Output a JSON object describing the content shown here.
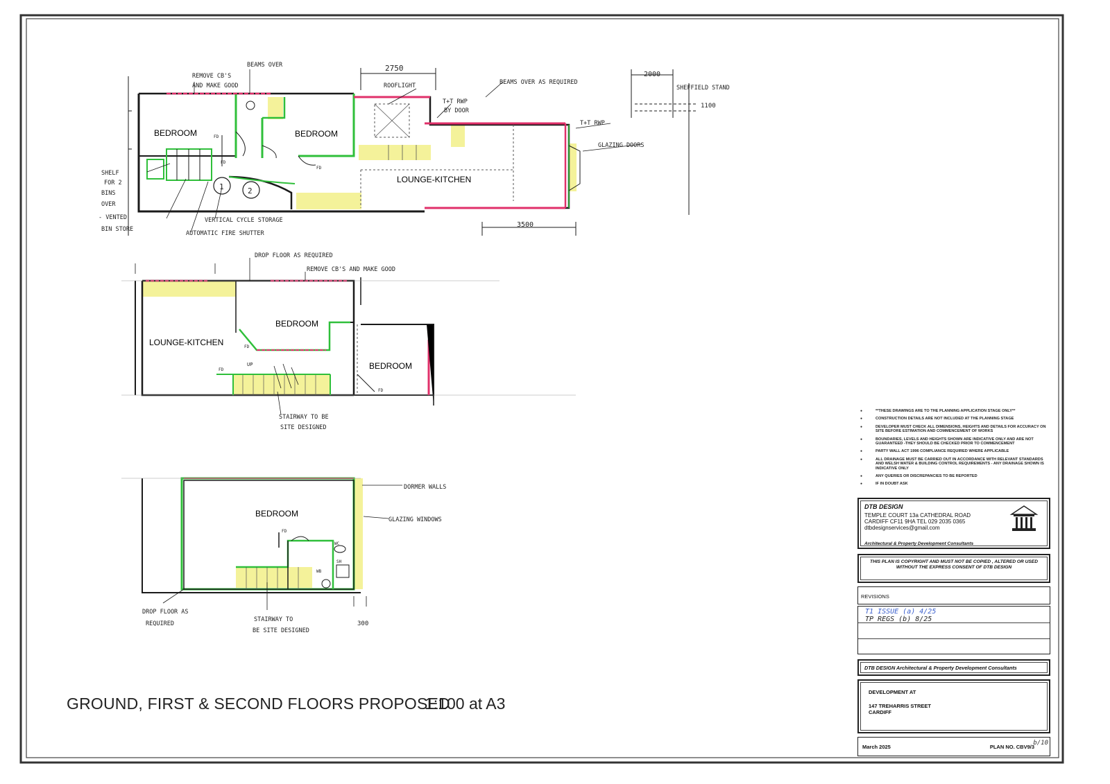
{
  "drawing": {
    "title": "GROUND, FIRST & SECOND FLOORS PROPOSED",
    "scale": "1:100 at A3"
  },
  "ground_floor": {
    "rooms": [
      "BEDROOM",
      "BEDROOM",
      "LOUNGE-KITCHEN"
    ],
    "annotations": {
      "beams_over": "BEAMS OVER",
      "remove_cbs": "REMOVE CB'S",
      "and_make_good": "AND MAKE GOOD",
      "rooflight": "ROOFLIGHT",
      "dim_2750": "2750",
      "beams_over_required": "BEAMS OVER AS REQUIRED",
      "dim_2000": "2000",
      "sheffield_stand": "SHEFFIELD STAND",
      "dim_1100": "1100",
      "tt_rwp_1": "T+T RWP",
      "tt_rwp_1b": "BY DOOR",
      "tt_rwp_2": "T+T RWP",
      "glazing_doors": "GLAZING DOORS",
      "shelf_1": "SHELF",
      "shelf_2": "FOR 2",
      "shelf_3": "BINS",
      "shelf_4": "OVER",
      "vented": "- VENTED",
      "bin_store": "BIN STORE",
      "vertical_cycle": "VERTICAL CYCLE STORAGE",
      "fire_shutter": "AUTOMATIC FIRE SHUTTER",
      "dim_3500": "3500",
      "fd": "FD",
      "cycle_1": "1",
      "cycle_2": "2"
    }
  },
  "first_floor": {
    "rooms": [
      "LOUNGE-KITCHEN",
      "BEDROOM",
      "BEDROOM"
    ],
    "annotations": {
      "drop_floor": "DROP FLOOR AS REQUIRED",
      "remove_cbs": "REMOVE CB'S AND MAKE GOOD",
      "stairway_1": "STAIRWAY TO BE",
      "stairway_2": "SITE DESIGNED",
      "up": "UP"
    }
  },
  "second_floor": {
    "rooms": [
      "BEDROOM"
    ],
    "annotations": {
      "dormer_walls": "DORMER WALLS",
      "glazing_windows": "GLAZING WINDOWS",
      "drop_floor_1": "DROP FLOOR AS",
      "drop_floor_2": "REQUIRED",
      "stairway_1": "STAIRWAY TO",
      "stairway_2": "BE SITE DESIGNED",
      "dim_300": "300",
      "wc": "WC",
      "whb": "WB",
      "sh": "SH"
    }
  },
  "notes": [
    "**THESE DRAWINGS ARE TO THE PLANNING APPLICATION STAGE ONLY**",
    "CONSTRUCTION DETAILS ARE NOT INCLUDED AT THE PLANNING STAGE",
    "DEVELOPER MUST CHECK ALL DIMENSIONS, HEIGHTS AND DETAILS FOR ACCURACY ON SITE BEFORE ESTIMATION AND COMMENCEMENT OF WORKS",
    "BOUNDARIES, LEVELS AND HEIGHTS SHOWN ARE INDICATIVE ONLY AND ARE NOT GUARANTEED -THEY SHOULD BE CHECKED PRIOR TO COMMENCEMENT",
    "PARTY WALL ACT 1996 COMPLIANCE REQUIRED WHERE APPLICABLE",
    "ALL DRAINAGE MUST BE CARRIED OUT IN ACCORDANCE WITH RELEVANT STANDARDS AND WELSH WATER & BUILDING CONTROL REQUIREMENTS - ANY DRAINAGE SHOWN IS INDICATIVE ONLY",
    "ANY QUERIES OR DISCREPANCIES TO BE REPORTED",
    "IF IN DOUBT ASK"
  ],
  "title_block": {
    "company": "DTB DESIGN",
    "address_1": "TEMPLE COURT  13a CATHEDRAL ROAD",
    "address_2": "CARDIFF CF11 9HA   TEL 029 2035 0365",
    "email": "dtbdesignservices@gmail.com",
    "tagline": "Architectural & Property Development Consultants",
    "copyright": "THIS PLAN IS COPYRIGHT AND MUST NOT BE COPIED , ALTERED OR USED WITHOUT THE EXPRESS CONSENT OF DTB DESIGN",
    "revisions_label": "REVISIONS",
    "revision_1": "T1 ISSUE (a) 4/25",
    "revision_2": "TP REGS (b) 8/25",
    "banner": "DTB DESIGN Architectural & Property Development Consultants",
    "development_label": "DEVELOPMENT AT",
    "address_line_1": "147 TREHARRIS STREET",
    "address_line_2": "CARDIFF",
    "date": "March 2025",
    "plan_no": "PLAN NO. CBV9/3",
    "plan_suffix": "b/10"
  },
  "colors": {
    "wall_existing": "#1a1a1a",
    "wall_new_green": "#2fbf3a",
    "wall_removed_red": "#e0306a",
    "fill_yellow": "#f4f29a"
  }
}
